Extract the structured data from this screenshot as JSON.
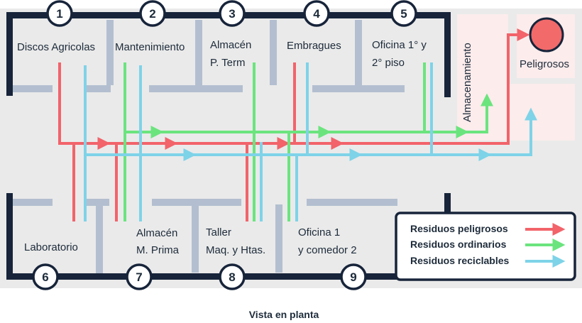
{
  "colors": {
    "hazardous": "#f2636a",
    "ordinary": "#6be47e",
    "recyclable": "#7ed3e8",
    "wall": "#17243a",
    "partition": "#b3bfd0",
    "floor": "#eaeaea",
    "storage_tint": "#fcecec"
  },
  "rooms": {
    "r1": {
      "line1": "Discos Agricolas"
    },
    "r2": {
      "line1": "Mantenimiento"
    },
    "r3": {
      "line1": "Almacén",
      "line2": "P. Term"
    },
    "r4": {
      "line1": "Embragues"
    },
    "r5": {
      "line1": "Oficina 1° y",
      "line2": "2° piso"
    },
    "storage": {
      "line1": "Almacenamiento"
    },
    "hazard": {
      "line1": "Peligrosos"
    },
    "r6": {
      "line1": "Laboratorio"
    },
    "r7": {
      "line1": "Almacén",
      "line2": "M. Prima"
    },
    "r8": {
      "line1": "Taller",
      "line2": "Maq. y Htas."
    },
    "r9": {
      "line1": "Oficina 1",
      "line2": "y comedor 2"
    }
  },
  "markers": {
    "top": [
      "1",
      "2",
      "3",
      "4",
      "5"
    ],
    "bottom": [
      "6",
      "7",
      "8",
      "9"
    ]
  },
  "legend": {
    "hazardous": "Residuos peligrosos",
    "ordinary": "Residuos ordinarios",
    "recyclable": "Residuos reciclables"
  },
  "caption": "Vista en planta"
}
